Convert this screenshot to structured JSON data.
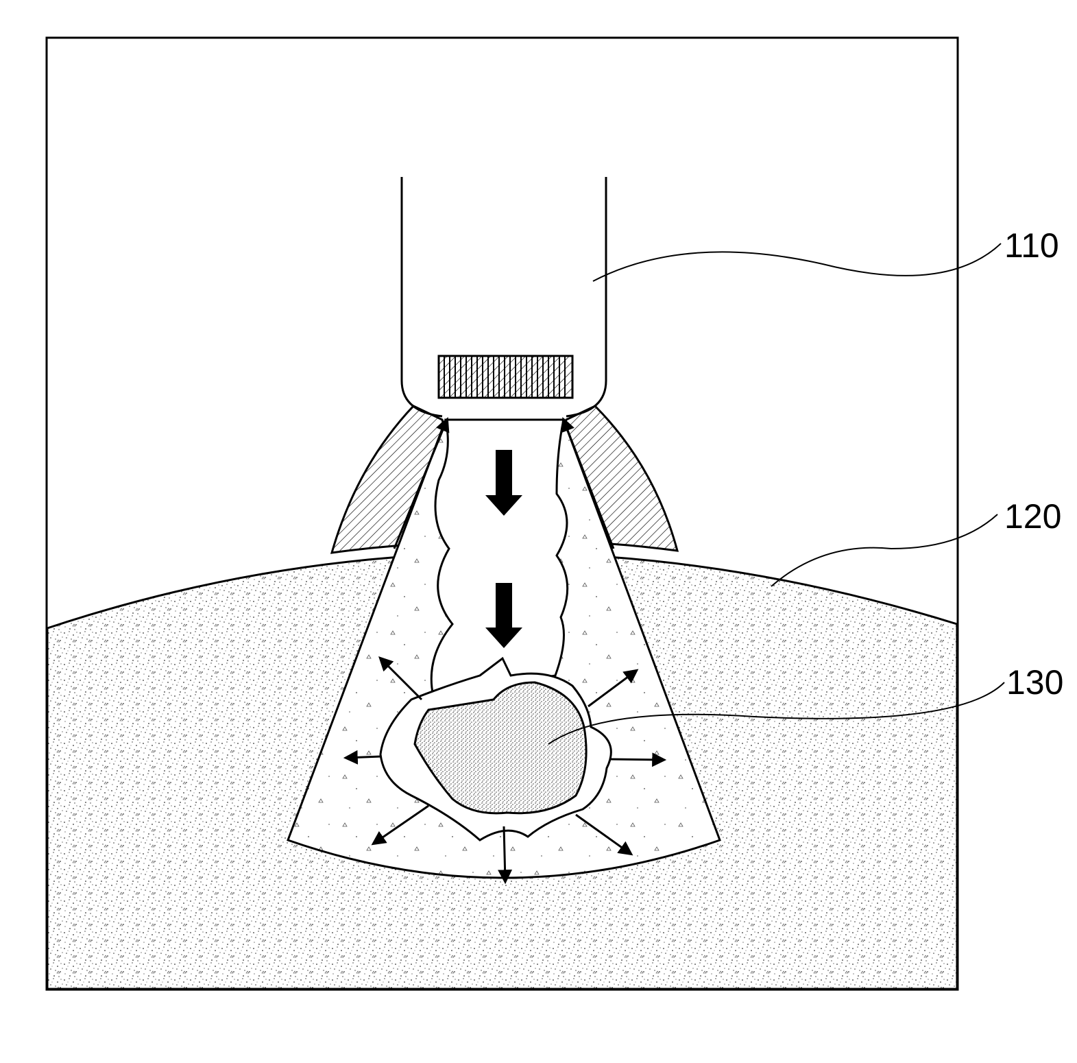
{
  "figure": {
    "labels": {
      "probe": "110",
      "tissue": "120",
      "lesion": "130"
    },
    "colors": {
      "line": "#000000",
      "background": "#ffffff"
    }
  }
}
